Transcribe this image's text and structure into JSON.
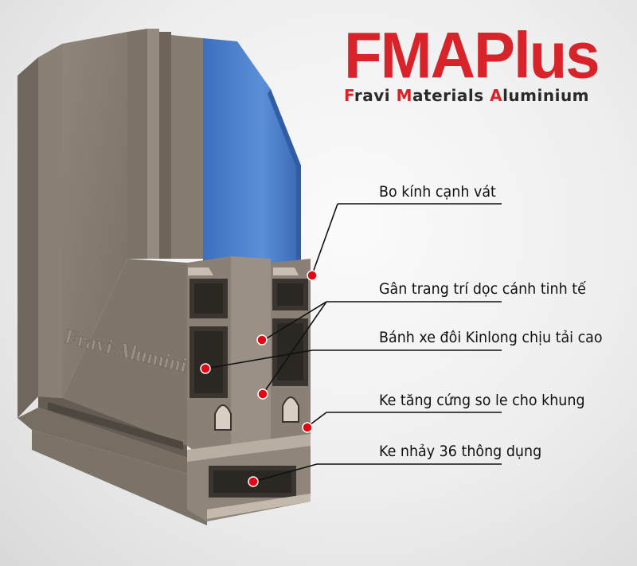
{
  "logo": {
    "brand": "FMAPlus",
    "tagline_parts": [
      {
        "text": "F",
        "accent": true
      },
      {
        "text": "ravi ",
        "accent": false
      },
      {
        "text": "M",
        "accent": true
      },
      {
        "text": "aterials ",
        "accent": false
      },
      {
        "text": "A",
        "accent": true
      },
      {
        "text": "luminium",
        "accent": false
      }
    ]
  },
  "profile_engraving": "Fravi Aluminium",
  "callouts": [
    {
      "label": "Bo kính cạnh vát"
    },
    {
      "label": "Gân trang trí dọc cánh tinh tế"
    },
    {
      "label": "Bánh xe đôi Kinlong chịu tải cao"
    },
    {
      "label": "Ke tăng cứng so le cho khung"
    },
    {
      "label": "Ke nhảy 36 thông dụng"
    }
  ],
  "colors": {
    "brand_red": "#d8232a",
    "marker_red": "#e30613",
    "aluminium": "#8a7f72",
    "glass": "#4a7fc9"
  }
}
